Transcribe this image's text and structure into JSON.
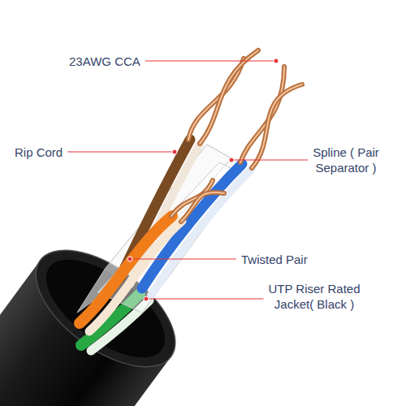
{
  "diagram": {
    "labels": [
      "23AWG CCA",
      "Rip Cord",
      "Spline ( Pair Separator )",
      "Twisted Pair",
      "UTP Riser Rated Jacket( Black )"
    ]
  }
}
